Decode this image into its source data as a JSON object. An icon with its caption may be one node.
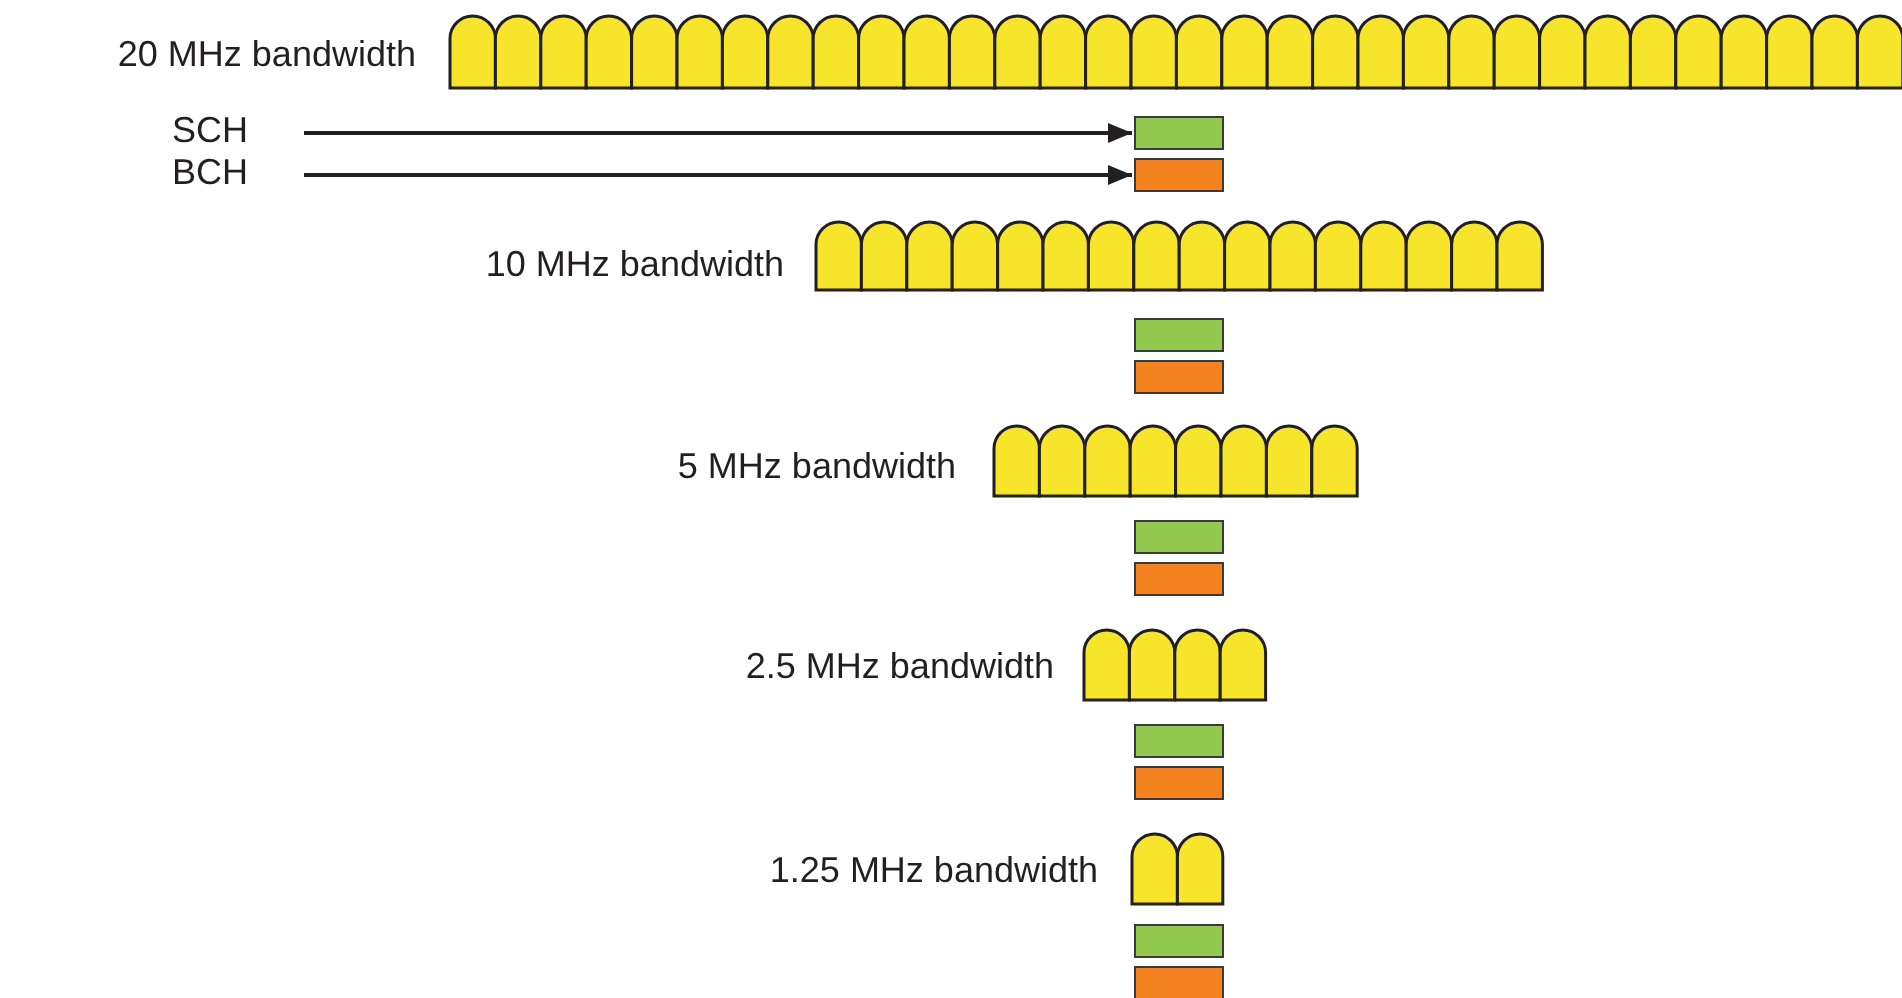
{
  "diagram": {
    "nodes": [
      {
        "text": [
          "SCH"
        ]
      },
      {
        "text": [
          "BCH"
        ]
      },
      {
        "text": [],
        "shape": "box"
      },
      {
        "text": [],
        "shape": "box"
      },
      {
        "text": [],
        "shape": "box"
      },
      {
        "text": [],
        "shape": "box"
      },
      {
        "text": [],
        "shape": "box"
      },
      {
        "text": [],
        "shape": "box"
      },
      {
        "text": [],
        "shape": "box"
      },
      {
        "text": [],
        "shape": "box"
      },
      {
        "text": [],
        "shape": "box"
      },
      {
        "text": [],
        "shape": "box"
      }
    ],
    "edges": [
      {
        "from": 0,
        "to": 2,
        "arrow": "to"
      },
      {
        "from": 1,
        "to": 3,
        "arrow": "to"
      }
    ],
    "labels": [
      "20 MHz bandwidth",
      "10 MHz bandwidth",
      "5 MHz bandwidth",
      "2.5 MHz bandwidth",
      "1.25 MHz bandwidth"
    ]
  }
}
